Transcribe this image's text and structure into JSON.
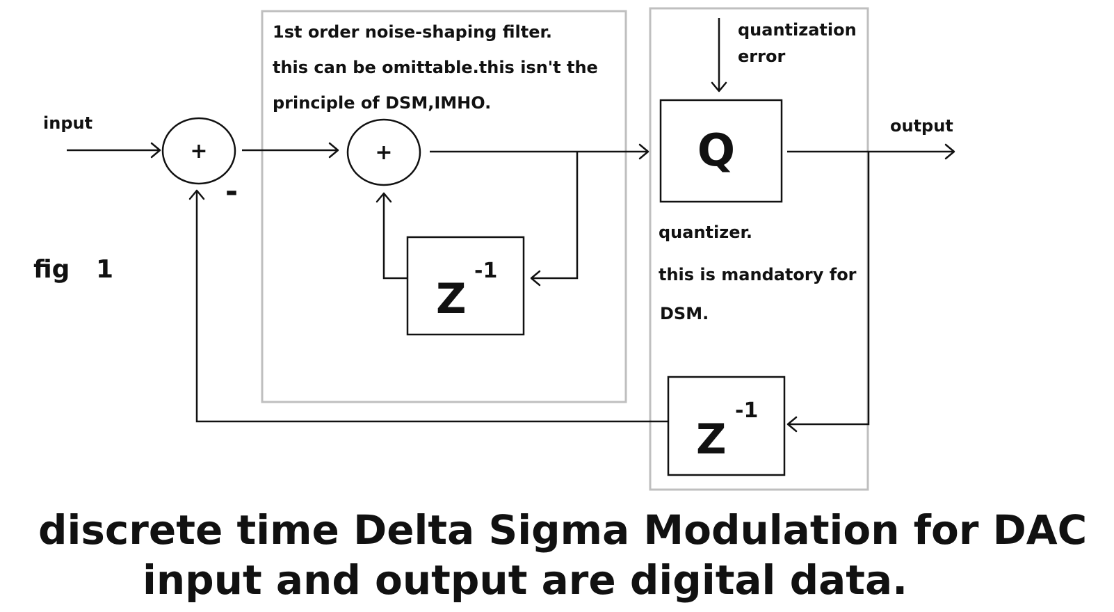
{
  "labels": {
    "input": "input",
    "output": "output",
    "fig": "fig   1",
    "minus_sign": "-",
    "sum1_sign": "+",
    "sum2_sign": "+",
    "filter_note_line1": "1st order noise-shaping filter.",
    "filter_note_line2": "this can be omittable.this isn't the",
    "filter_note_line3": "principle of DSM,IMHO.",
    "qerr_line1": "quantization",
    "qerr_line2": "error",
    "quantizer_symbol": "Q",
    "quantizer_note_line1": "quantizer.",
    "quantizer_note_line2": "this is mandatory for",
    "quantizer_note_line3": "DSM.",
    "delay_inner_base": "Z",
    "delay_inner_exp": "-1",
    "delay_outer_base": "Z",
    "delay_outer_exp": "-1"
  },
  "caption": {
    "line1": "discrete time Delta Sigma Modulation for DAC",
    "line2": "input and output are digital data."
  }
}
